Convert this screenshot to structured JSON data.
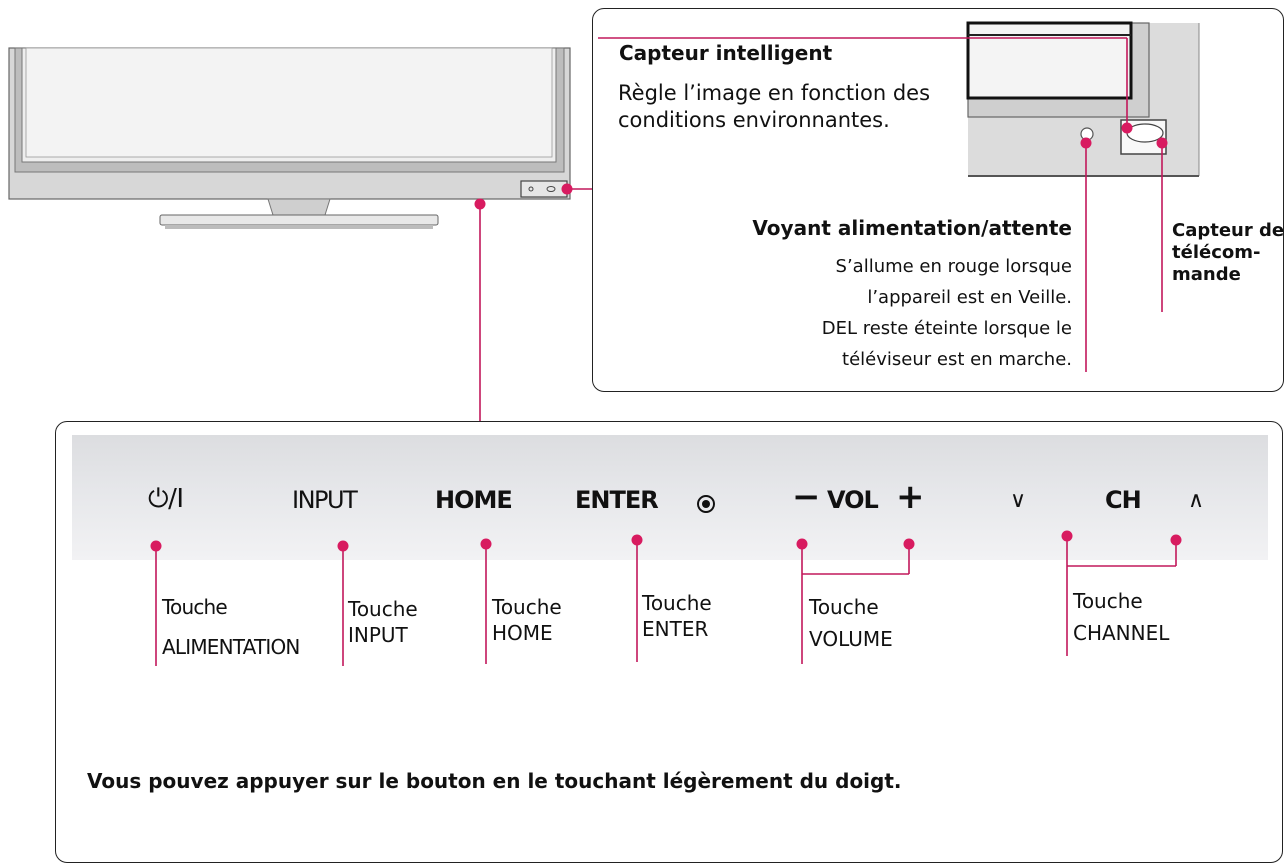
{
  "smart_sensor": {
    "title": "Capteur intelligent",
    "line1": "Règle l’image en fonction des",
    "line2": "conditions environnantes."
  },
  "power_led": {
    "title": "Voyant alimentation/attente",
    "line1": "S’allume en rouge lorsque",
    "line2": "l’appareil est en Veille.",
    "line3": "DEL reste éteinte lorsque le",
    "line4": "téléviseur est en marche."
  },
  "remote_sensor": {
    "line1": "Capteur de",
    "line2": "télécom-",
    "line3": "mande"
  },
  "panel_buttons": {
    "power": "⏻/I",
    "input": "INPUT",
    "home": "HOME",
    "enter": "ENTER",
    "vol_minus": "−",
    "vol": "VOL",
    "vol_plus": "+",
    "ch_down": "∨",
    "ch": "CH",
    "ch_up": "∧"
  },
  "button_labels": {
    "power": [
      "Touche",
      "ALIMENTATION"
    ],
    "input": [
      "Touche",
      "INPUT"
    ],
    "home": [
      "Touche",
      "HOME"
    ],
    "enter": [
      "Touche",
      "ENTER"
    ],
    "volume": [
      "Touche",
      "VOLUME"
    ],
    "channel": [
      "Touche",
      "CHANNEL"
    ]
  },
  "footer_note": "Vous pouvez appuyer sur le bouton en le touchant légèrement du doigt.",
  "colors": {
    "callout_line": "#c2185b",
    "callout_dot": "#d81b60",
    "frame": "#222222",
    "panel": "#e4e5e8"
  }
}
